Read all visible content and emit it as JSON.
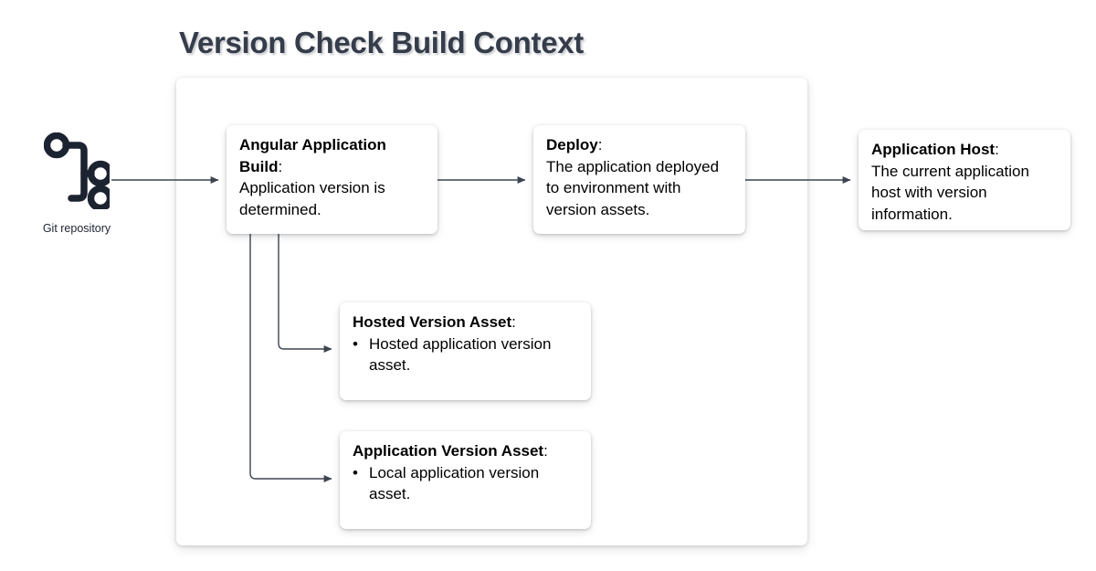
{
  "title": "Version Check Build Context",
  "colors": {
    "title_text": "#353c4a",
    "connector": "#3d4450",
    "git_icon": "#1c2330",
    "panel_background": "#ffffff",
    "page_background": "#ffffff",
    "box_text": "#000000"
  },
  "source": {
    "icon": "git-repository-icon",
    "caption": "Git repository"
  },
  "nodes": [
    {
      "id": "angular-build",
      "title": "Angular Application Build",
      "colon": ":",
      "lines": [
        "Application version is determined."
      ],
      "bulleted": false
    },
    {
      "id": "deploy",
      "title": "Deploy",
      "colon": ":",
      "lines": [
        "The application deployed to environment with version assets."
      ],
      "bulleted": false
    },
    {
      "id": "app-host",
      "title": "Application Host",
      "colon": ":",
      "lines": [
        "The current application host with version information."
      ],
      "bulleted": false
    },
    {
      "id": "hosted-version-asset",
      "title": "Hosted Version Asset",
      "colon": ":",
      "lines": [
        "Hosted application version asset."
      ],
      "bulleted": true,
      "bullet": "•"
    },
    {
      "id": "application-version-asset",
      "title": "Application Version Asset",
      "colon": ":",
      "lines": [
        "Local application version asset."
      ],
      "bulleted": true,
      "bullet": "•"
    }
  ],
  "edges": [
    {
      "id": "git-to-angular-build",
      "from": "git-repository",
      "to": "angular-build"
    },
    {
      "id": "angular-build-to-deploy",
      "from": "angular-build",
      "to": "deploy"
    },
    {
      "id": "deploy-to-app-host",
      "from": "deploy",
      "to": "app-host"
    },
    {
      "id": "angular-build-to-hosted-version-asset",
      "from": "angular-build",
      "to": "hosted-version-asset"
    },
    {
      "id": "angular-build-to-application-version-asset",
      "from": "angular-build",
      "to": "application-version-asset"
    }
  ]
}
